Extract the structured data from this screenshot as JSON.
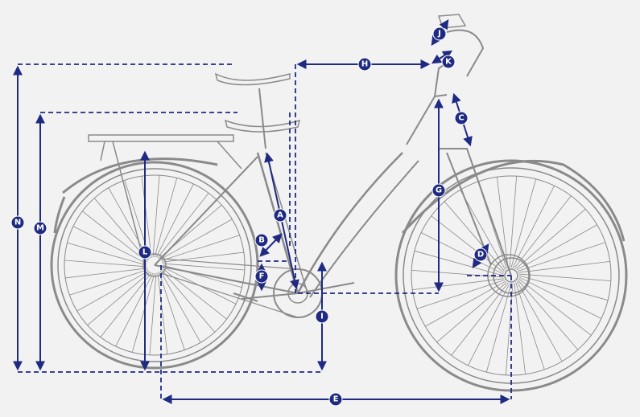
{
  "labels": {
    "A": "A",
    "B": "B",
    "C": "C",
    "D": "D",
    "E": "E",
    "F": "F",
    "G": "G",
    "H": "H",
    "I": "I",
    "J": "J",
    "K": "K",
    "L": "L",
    "M": "M",
    "N": "N"
  },
  "colors": {
    "dimension": "#1f2a82",
    "sketch": "#8a8a8a",
    "background": "#f2f2f2"
  }
}
